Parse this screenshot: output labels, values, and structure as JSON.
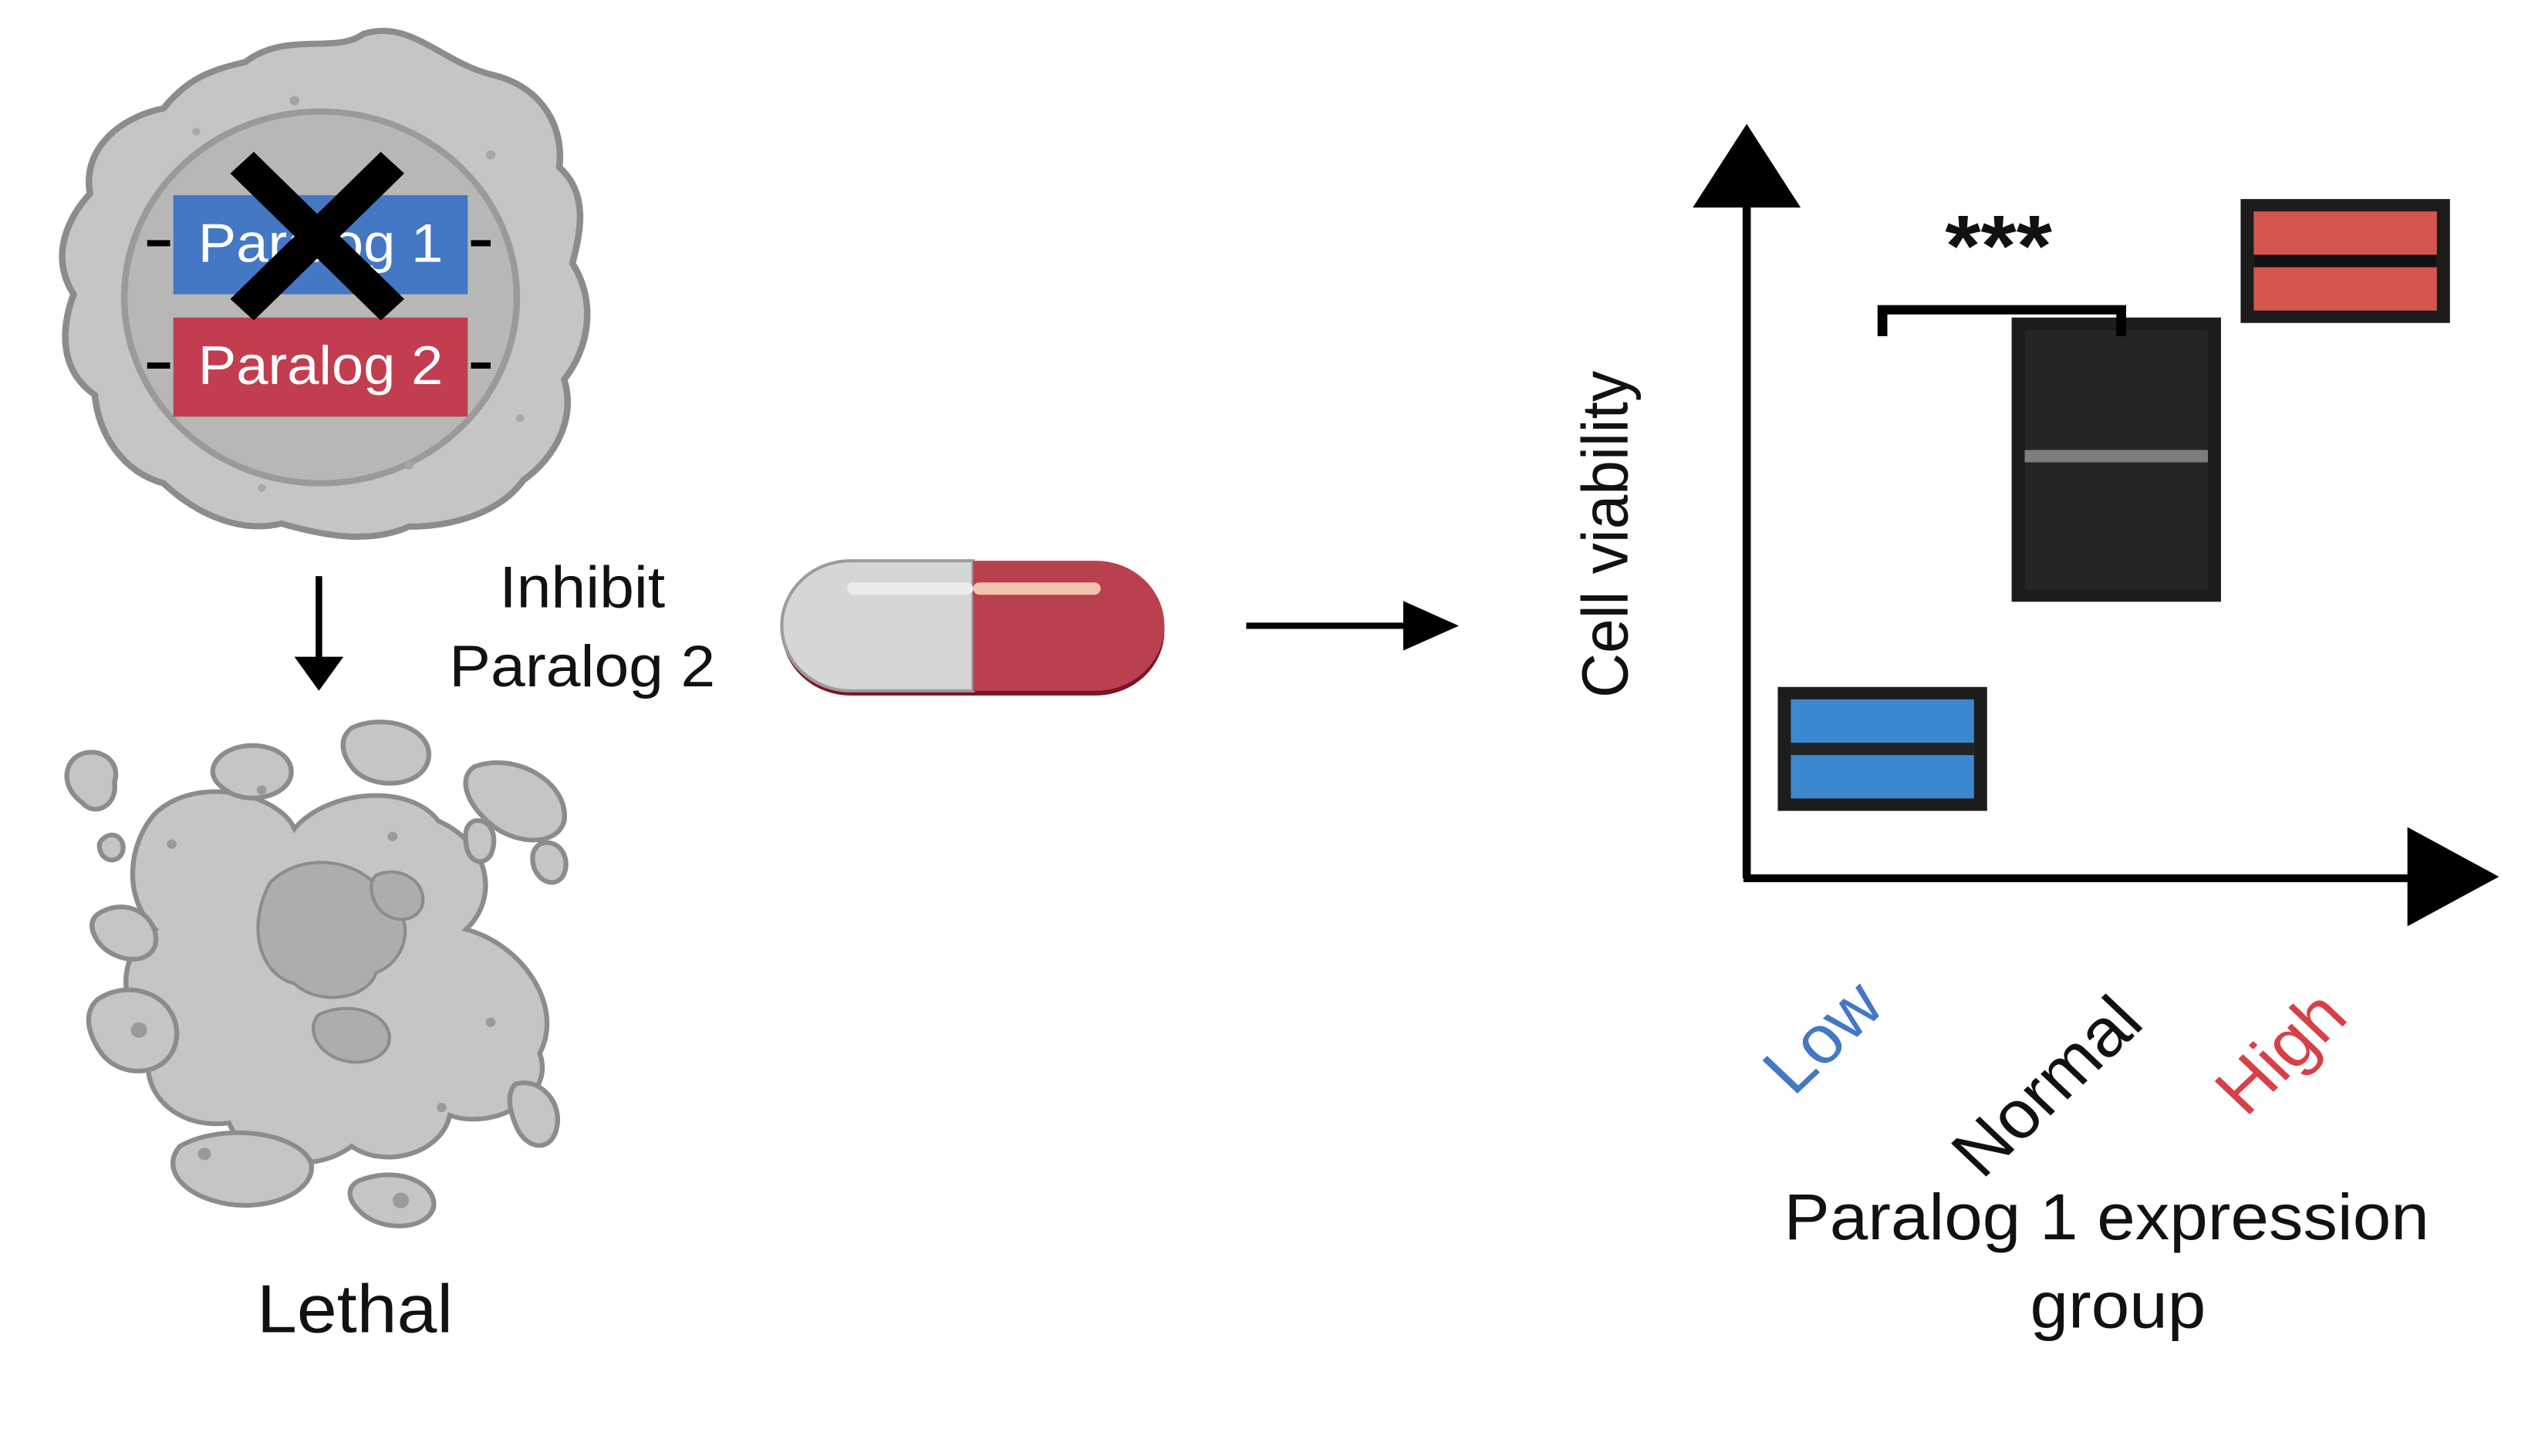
{
  "genes": {
    "paralog1": {
      "label": "Paralog 1",
      "color": "#4477c4"
    },
    "paralog2": {
      "label": "Paralog 2",
      "color": "#c23d4f"
    }
  },
  "treatment": {
    "line1": "Inhibit",
    "line2": "Paralog 2"
  },
  "outcome": {
    "label": "Lethal"
  },
  "significance": {
    "label": "***"
  },
  "chart_data": {
    "type": "box",
    "ylabel": "Cell viability",
    "xlabel_line1": "Paralog 1 expression",
    "xlabel_line2": "group",
    "categories": [
      "Low",
      "Normal",
      "High"
    ],
    "category_colors": [
      "#4477c4",
      "#111111",
      "#d64046"
    ],
    "box_colors": [
      "#3b88cf",
      "#262424",
      "#d4554d"
    ],
    "median_colors": [
      "#222222",
      "#7d7d7d",
      "#111111"
    ],
    "relative_viability": [
      {
        "q1": 0.09,
        "median": 0.17,
        "q3": 0.25
      },
      {
        "q1": 0.39,
        "median": 0.59,
        "q3": 0.78
      },
      {
        "q1": 0.79,
        "median": 0.87,
        "q3": 0.95
      }
    ]
  }
}
